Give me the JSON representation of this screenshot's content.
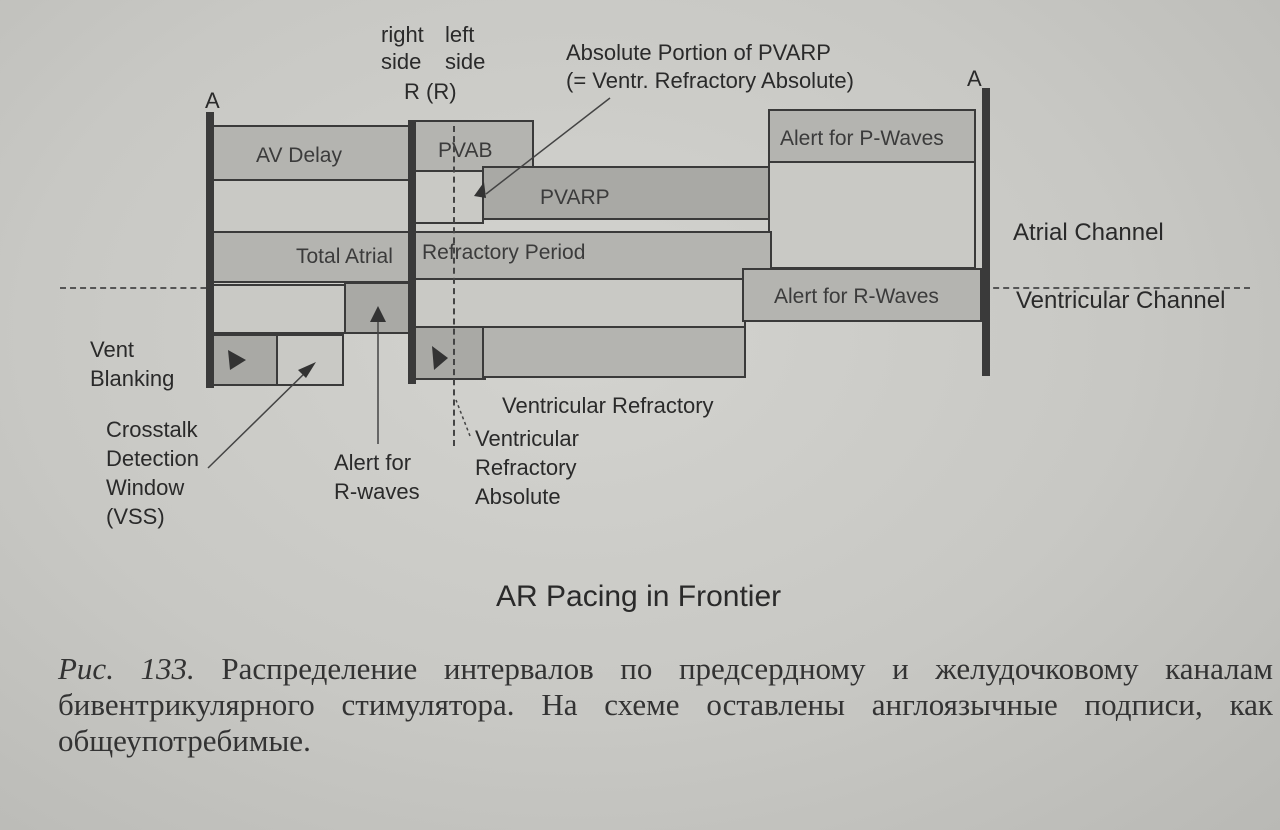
{
  "diagram": {
    "markers": {
      "a_left": "A",
      "a_right": "A",
      "right_side": [
        "right",
        "side"
      ],
      "left_side": [
        "left",
        "side"
      ],
      "r_marker": "R (R)"
    },
    "annotations": {
      "absolute_pvarp": [
        "Absolute Portion of PVARP",
        "(= Ventr. Refractory Absolute)"
      ],
      "vent_blanking": [
        "Vent",
        "Blanking"
      ],
      "crosstalk": [
        "Crosstalk",
        "Detection",
        "Window",
        "(VSS)"
      ],
      "alert_r_waves_low": [
        "Alert for",
        "R-waves"
      ],
      "ventricular_refractory": "Ventricular Refractory",
      "vent_refractory_absolute": [
        "Ventricular",
        "Refractory",
        "Absolute"
      ]
    },
    "channels": {
      "atrial": "Atrial Channel",
      "ventricular": "Ventricular Channel"
    },
    "intervals": {
      "av_delay": "AV Delay",
      "pvab": "PVAB",
      "pvarp": "PVARP",
      "alert_p_waves": "Alert for P-Waves",
      "total_atrial_a": "Total Atrial",
      "total_atrial_b": "Refractory Period",
      "alert_r_waves": "Alert for R-Waves"
    }
  },
  "figure_title": "AR Pacing in Frontier",
  "caption": {
    "fig_label": "Рис. 133.",
    "text": "Распределение интервалов по предсердному и желудочковому каналам бивентрикулярного стимулятора. На схеме оставлены англоязычные подписи, как общеупотребимые."
  }
}
